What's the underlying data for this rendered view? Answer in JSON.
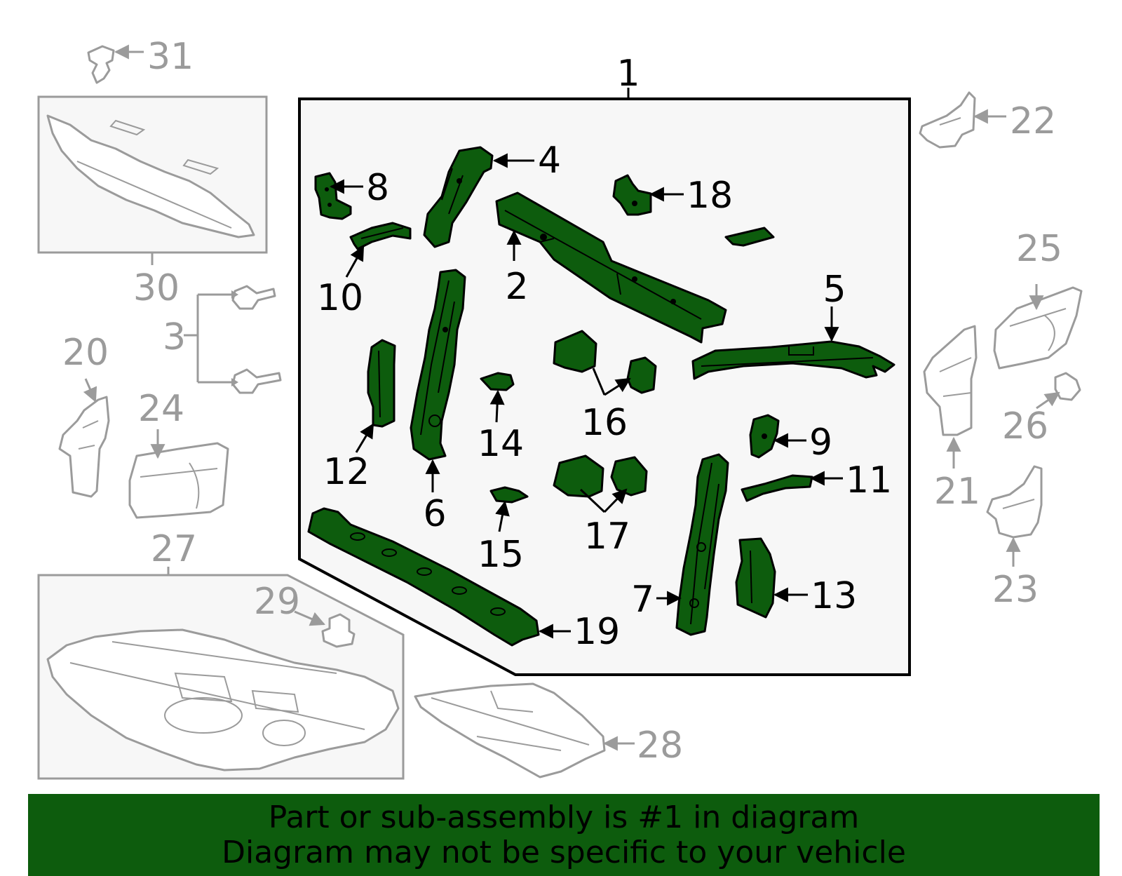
{
  "banner": {
    "line1": "Part or sub-assembly is #1 in diagram",
    "line2": "Diagram may not be specific to your vehicle"
  },
  "colors": {
    "highlight": "#0d5c0d",
    "outline_gray": "#9b9b9b",
    "box_fill": "#f7f7f7"
  },
  "callouts": {
    "c1": "1",
    "c2": "2",
    "c3": "3",
    "c4": "4",
    "c5": "5",
    "c6": "6",
    "c7": "7",
    "c8": "8",
    "c9": "9",
    "c10": "10",
    "c11": "11",
    "c12": "12",
    "c13": "13",
    "c14": "14",
    "c15": "15",
    "c16": "16",
    "c17": "17",
    "c18": "18",
    "c19": "19",
    "c20": "20",
    "c21": "21",
    "c22": "22",
    "c23": "23",
    "c24": "24",
    "c25": "25",
    "c26": "26",
    "c27": "27",
    "c28": "28",
    "c29": "29",
    "c30": "30",
    "c31": "31"
  }
}
